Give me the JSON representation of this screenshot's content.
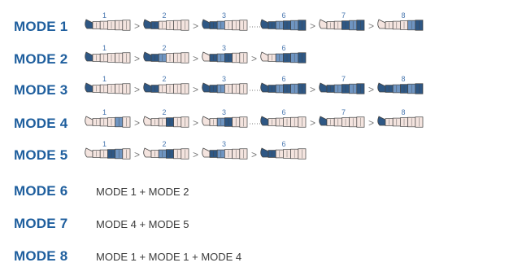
{
  "colors": {
    "label": "#1f5f9e",
    "chamber_fill": "#f4e4df",
    "chamber_outline": "#444444",
    "active_dark": "#2e5784",
    "active_light": "#6f95c2",
    "step_number": "#4a78b0",
    "separator": "#7a7a7a"
  },
  "separator_arrow": ">",
  "modes": [
    {
      "label": "MODE 1",
      "steps": [
        {
          "num": "1",
          "active": [
            0
          ]
        },
        {
          "num": "2",
          "active": [
            0,
            1
          ]
        },
        {
          "num": "3",
          "active": [
            0,
            1,
            2
          ]
        },
        {
          "num": "6",
          "active": [
            0,
            1,
            2,
            3,
            4,
            5
          ]
        },
        {
          "num": "7",
          "active": [
            3,
            4,
            5
          ]
        },
        {
          "num": "8",
          "active": [
            4,
            5
          ]
        }
      ],
      "dotted_after": 2
    },
    {
      "label": "MODE 2",
      "steps": [
        {
          "num": "1",
          "active": [
            0
          ]
        },
        {
          "num": "2",
          "active": [
            0,
            1,
            2
          ]
        },
        {
          "num": "3",
          "active": [
            1,
            2,
            3
          ]
        },
        {
          "num": "6",
          "active": [
            2,
            3,
            4,
            5
          ]
        }
      ],
      "dotted_after": -1
    },
    {
      "label": "MODE 3",
      "steps": [
        {
          "num": "1",
          "active": [
            0
          ]
        },
        {
          "num": "2",
          "active": [
            0,
            1
          ]
        },
        {
          "num": "3",
          "active": [
            0,
            1,
            2
          ]
        },
        {
          "num": "6",
          "active": [
            0,
            1,
            2,
            3,
            4,
            5
          ]
        },
        {
          "num": "7",
          "active": [
            0,
            1,
            2,
            3,
            4,
            5
          ]
        },
        {
          "num": "8",
          "active": [
            0,
            1,
            2,
            3,
            4,
            5
          ]
        }
      ],
      "dotted_after": 2
    },
    {
      "label": "MODE 4",
      "steps": [
        {
          "num": "1",
          "active": [
            4
          ]
        },
        {
          "num": "2",
          "active": [
            3
          ]
        },
        {
          "num": "3",
          "active": [
            2,
            3
          ]
        },
        {
          "num": "6",
          "active": [
            0
          ]
        },
        {
          "num": "7",
          "active": [
            0
          ]
        },
        {
          "num": "8",
          "active": [
            0
          ]
        }
      ],
      "dotted_after": 2
    },
    {
      "label": "MODE 5",
      "steps": [
        {
          "num": "1",
          "active": [
            3,
            4
          ]
        },
        {
          "num": "2",
          "active": [
            2,
            3
          ]
        },
        {
          "num": "3",
          "active": [
            1,
            2
          ]
        },
        {
          "num": "6",
          "active": [
            0,
            1
          ]
        }
      ],
      "dotted_after": -1
    },
    {
      "label": "MODE 6",
      "combo": "MODE 1 + MODE 2"
    },
    {
      "label": "MODE 7",
      "combo": "MODE 4 + MODE 5"
    },
    {
      "label": "MODE 8",
      "combo": "MODE 1 + MODE 1 + MODE 4"
    }
  ]
}
